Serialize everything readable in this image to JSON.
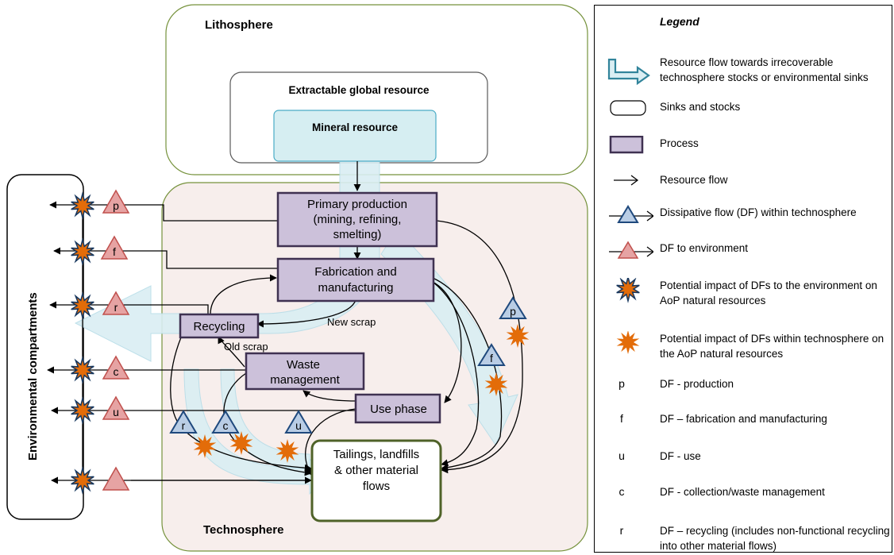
{
  "diagram": {
    "lithosphere_label": "Lithosphere",
    "technosphere_label": "Technosphere",
    "env_label": "Environmental compartments",
    "extractable_label": "Extractable global resource",
    "mineral_label": "Mineral resource",
    "primary_line1": "Primary production",
    "primary_line2": "(mining, refining,",
    "primary_line3": "smelting)",
    "fab_line1": "Fabrication and",
    "fab_line2": "manufacturing",
    "recycling_label": "Recycling",
    "waste_line1": "Waste",
    "waste_line2": "management",
    "use_label": "Use phase",
    "tailings_line1": "Tailings, landfills",
    "tailings_line2": "& other material",
    "tailings_line3": "flows",
    "new_scrap": "New scrap",
    "old_scrap": "Old scrap",
    "env_flows": [
      "p",
      "f",
      "r",
      "c",
      "u",
      ""
    ],
    "tech_flows": [
      "p",
      "f",
      "r",
      "c",
      "u"
    ]
  },
  "legend": {
    "title": "Legend",
    "items": [
      {
        "symbol": "irrecoverable-flow-icon",
        "text": "Resource flow towards irrecoverable technosphere stocks or environmental sinks"
      },
      {
        "symbol": "sink-stock-icon",
        "text": "Sinks and stocks"
      },
      {
        "symbol": "process-icon",
        "text": "Process"
      },
      {
        "symbol": "resource-flow-icon",
        "text": "Resource flow"
      },
      {
        "symbol": "blue-triangle-icon",
        "text": "Dissipative flow (DF) within technosphere"
      },
      {
        "symbol": "red-triangle-icon",
        "text": "DF to environment"
      },
      {
        "symbol": "spiky-star-icon",
        "text": "Potential impact of DFs to the environment on AoP natural resources"
      },
      {
        "symbol": "orange-star-icon",
        "text": "Potential impact of DFs within technosphere on the AoP natural resources"
      }
    ],
    "letters": [
      {
        "letter": "p",
        "text": "DF - production"
      },
      {
        "letter": "f",
        "text": "DF – fabrication and manufacturing"
      },
      {
        "letter": "u",
        "text": "DF - use"
      },
      {
        "letter": "c",
        "text": "DF -  collection/waste management"
      },
      {
        "letter": "r",
        "text": "DF – recycling (includes non-functional recycling into other material flows)"
      }
    ]
  },
  "colors": {
    "process_fill": "#ccc1da",
    "process_stroke": "#3f3151",
    "mineral_fill": "#d6eef2",
    "mineral_stroke": "#4bacc6",
    "flow_fill": "#daeef3",
    "flow_stroke": "#b7dde8",
    "techno_fill": "#f7eeec",
    "tailings_stroke": "#4f6228",
    "red_tri_fill": "#e6a3a3",
    "red_tri_stroke": "#c0504d",
    "blue_tri_fill": "#b9cde5",
    "blue_tri_stroke": "#1f497d",
    "star_fill": "#e36c09",
    "star_stroke": "#17375e"
  }
}
